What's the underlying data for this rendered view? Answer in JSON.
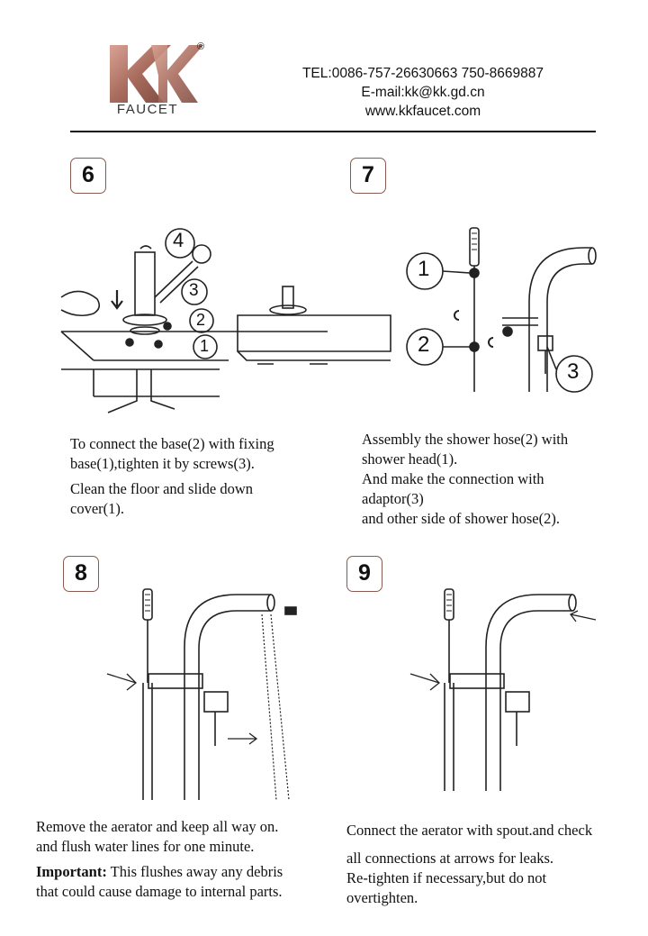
{
  "header": {
    "logo_text": "FAUCET",
    "logo_letters": "KK",
    "registered_mark": "®",
    "tel": "TEL:0086-757-26630663 750-8669887",
    "email": "E-mail:kk@kk.gd.cn",
    "website": "www.kkfaucet.com"
  },
  "colors": {
    "brand": "#b07a6c",
    "badge_border": "#8a5a50",
    "rule": "#111111"
  },
  "steps": {
    "s6": {
      "number": "6",
      "callouts": [
        "4",
        "3",
        "2",
        "1"
      ],
      "lines": [
        "To connect the base(2) with fixing",
        "base(1),tighten it by screws(3).",
        "Clean  the floor and slide down",
        "cover(1)."
      ]
    },
    "s7": {
      "number": "7",
      "callouts": [
        "1",
        "2",
        "3"
      ],
      "lines": [
        "Assembly the shower hose(2) with",
        "shower head(1).",
        "And make the connection with",
        "adaptor(3)",
        "and other side of shower hose(2)."
      ]
    },
    "s8": {
      "number": "8",
      "lines": [
        "Remove the aerator and keep all way on.",
        "and  flush water lines for one minute."
      ],
      "important_label": "Important:",
      "important_text": " This flushes away any debris",
      "last_line": "that could cause damage to internal parts."
    },
    "s9": {
      "number": "9",
      "lines": [
        "Connect the aerator with spout.and check",
        "all connections at arrows for leaks.",
        "Re-tighten if necessary,but do not",
        "overtighten."
      ]
    }
  }
}
